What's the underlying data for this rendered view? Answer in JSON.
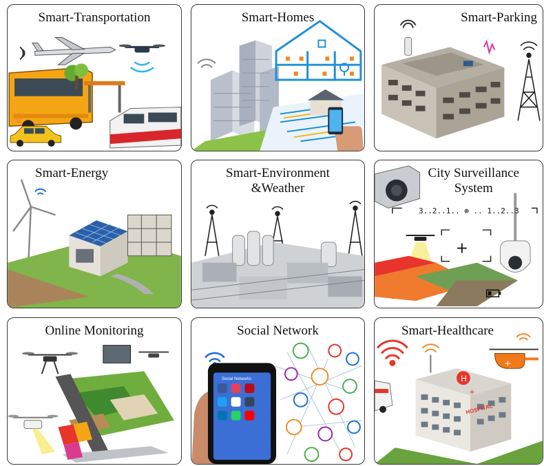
{
  "tiles": [
    {
      "id": "smart-transportation",
      "title": "Smart-Transportation"
    },
    {
      "id": "smart-homes",
      "title": "Smart-Homes"
    },
    {
      "id": "smart-parking",
      "title": "Smart-Parking"
    },
    {
      "id": "smart-energy",
      "title": "Smart-Energy"
    },
    {
      "id": "smart-environment-weather",
      "title_line1": "Smart-Environment",
      "title_line2": "&Weather"
    },
    {
      "id": "city-surveillance-system",
      "title_line1": "City Surveillance",
      "title_line2": "System",
      "countdown": "3..2..1.. ⊕ .. 1..2..3"
    },
    {
      "id": "online-monitoring",
      "title": "Online Monitoring"
    },
    {
      "id": "social-network",
      "title": "Social Network",
      "phone_label": "Social Networks"
    },
    {
      "id": "smart-healthcare",
      "title": "Smart-Healthcare",
      "building_label": "HOSPITAL"
    }
  ],
  "colors": {
    "wifi_red": "#e8322b",
    "wifi_blue": "#1e6fd9",
    "wifi_orange": "#f08a24",
    "grass": "#7fbf3f",
    "building": "#c9c4bb"
  }
}
